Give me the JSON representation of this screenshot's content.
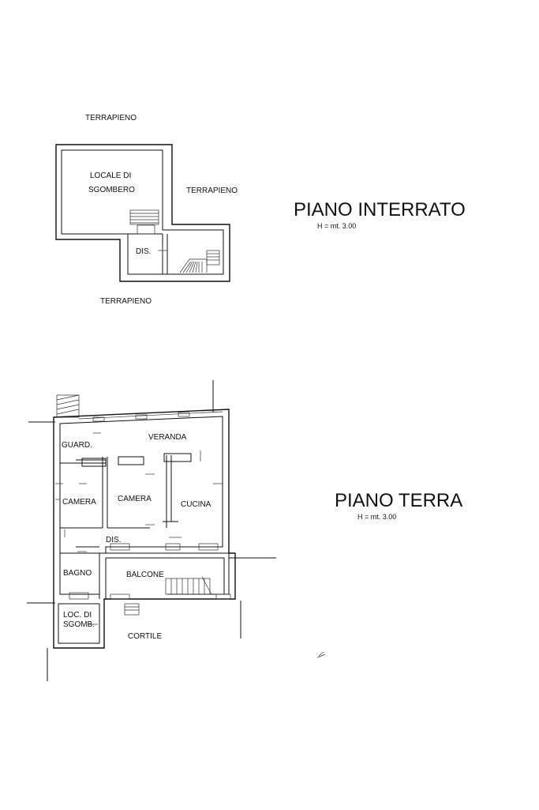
{
  "basement": {
    "title": "PIANO INTERRATO",
    "height_note": "H = mt. 3.00",
    "rooms": {
      "locale_line1": "LOCALE DI",
      "locale_line2": "SGOMBERO",
      "dis": "DIS."
    },
    "surroundings": {
      "top": "TERRAPIENO",
      "right": "TERRAPIENO",
      "bottom": "TERRAPIENO"
    }
  },
  "ground": {
    "title": "PIANO TERRA",
    "height_note": "H = mt. 3.00",
    "rooms": {
      "guard": "GUARD.",
      "veranda": "VERANDA",
      "camera_left": "CAMERA",
      "camera_mid": "CAMERA",
      "cucina": "CUCINA",
      "dis": "DIS.",
      "bagno": "BAGNO",
      "balcone": "BALCONE",
      "loc_line1": "LOC. DI",
      "loc_line2": "SGOMB.",
      "cortile": "CORTILE"
    }
  }
}
